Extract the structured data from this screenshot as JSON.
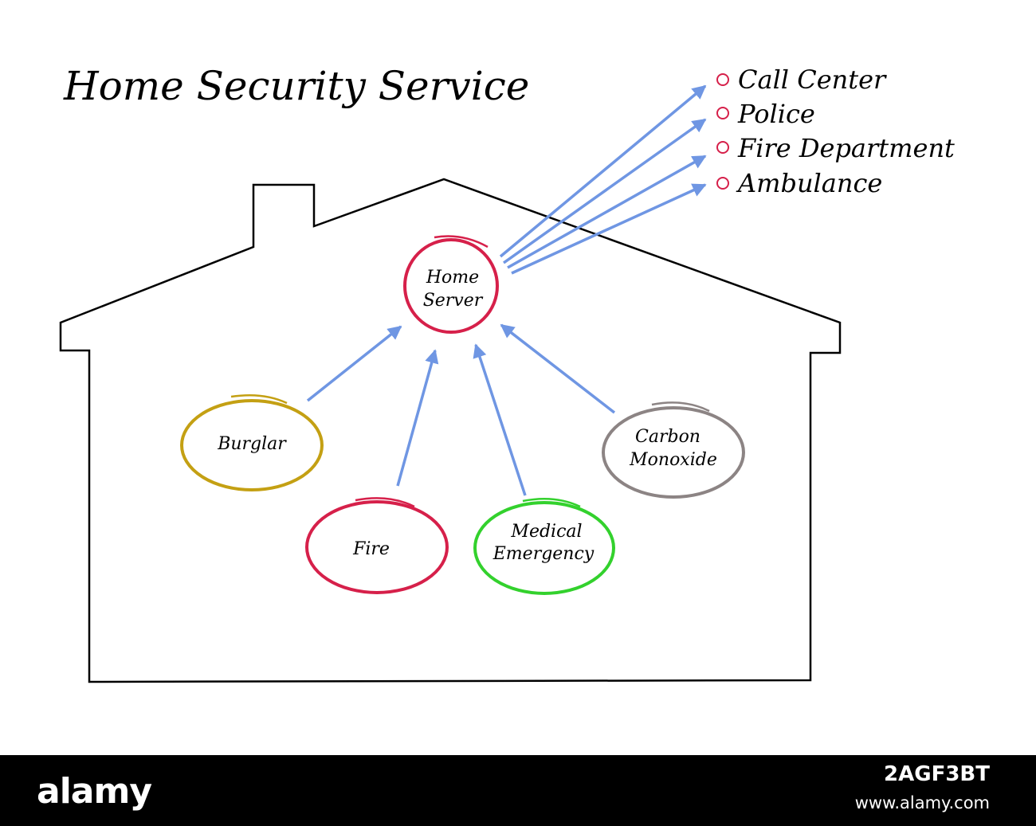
{
  "title": "Home Security Service",
  "server": {
    "line1": "Home",
    "line2": "Server",
    "color": "#d6204a"
  },
  "services": [
    {
      "label": "Call Center"
    },
    {
      "label": "Police"
    },
    {
      "label": "Fire Department"
    },
    {
      "label": "Ambulance"
    }
  ],
  "bullet_color": "#d6204a",
  "arrow_color": "#6f96e3",
  "house_color": "#000000",
  "sensors": {
    "burglar": {
      "label": "Burglar",
      "color": "#c4a013"
    },
    "fire": {
      "label": "Fire",
      "color": "#d6204a"
    },
    "medical": {
      "line1": "Medical",
      "line2": "Emergency",
      "color": "#33d12d"
    },
    "carbon": {
      "line1": "Carbon",
      "line2": "Monoxide",
      "color": "#8c8484"
    }
  },
  "footer": {
    "brand": "alamy",
    "image_id": "2AGF3BT",
    "url": "www.alamy.com"
  }
}
